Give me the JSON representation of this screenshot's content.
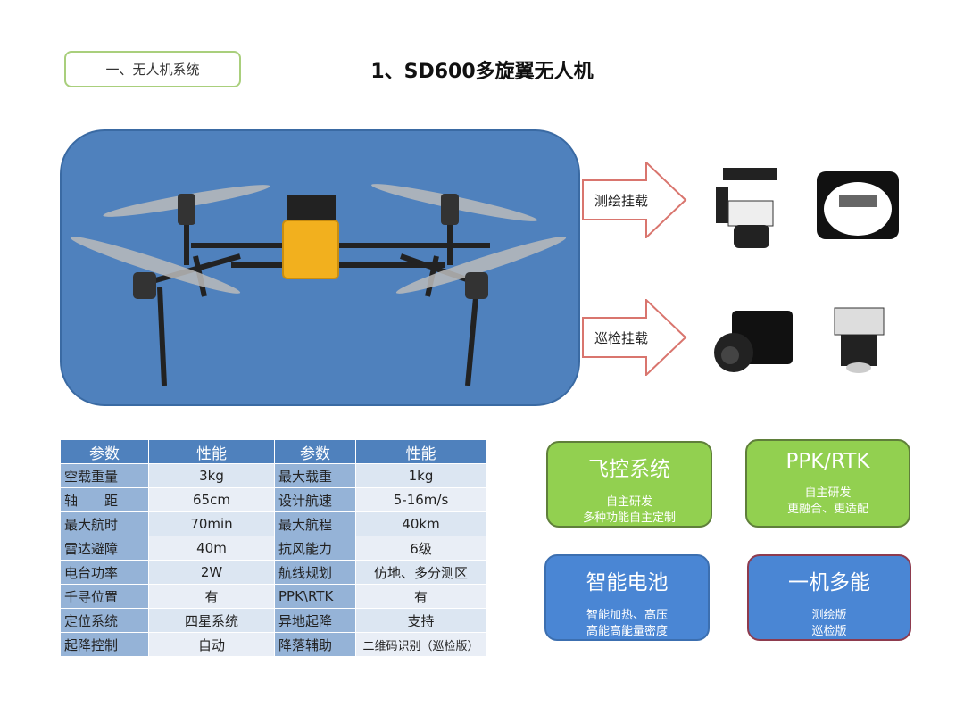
{
  "section_label": "一、无人机系统",
  "title": "1、SD600多旋翼无人机",
  "mounts": [
    {
      "label": "测绘挂载"
    },
    {
      "label": "巡检挂载"
    }
  ],
  "table": {
    "headers": [
      "参数",
      "性能",
      "参数",
      "性能"
    ],
    "rows": [
      [
        "空载重量",
        "3kg",
        "最大载重",
        "1kg"
      ],
      [
        "轴　　距",
        "65cm",
        "设计航速",
        "5-16m/s"
      ],
      [
        "最大航时",
        "70min",
        "最大航程",
        "40km"
      ],
      [
        "雷达避障",
        "40m",
        "抗风能力",
        "6级"
      ],
      [
        "电台功率",
        "2W",
        "航线规划",
        "仿地、多分测区"
      ],
      [
        "千寻位置",
        "有",
        "PPK\\RTK",
        "有"
      ],
      [
        "定位系统",
        "四星系统",
        "异地起降",
        "支持"
      ],
      [
        "起降控制",
        "自动",
        "降落辅助",
        "二维码识别（巡检版）"
      ]
    ]
  },
  "features": [
    {
      "title": "飞控系统",
      "lines": [
        "自主研发",
        "多种功能自主定制"
      ]
    },
    {
      "title": "PPK/RTK",
      "lines": [
        "自主研发",
        "更融合、更适配"
      ]
    },
    {
      "title": "智能电池",
      "lines": [
        "智能加热、高压",
        "高能高能量密度"
      ]
    },
    {
      "title": "一机多能",
      "lines": [
        "测绘版",
        "巡检版"
      ]
    }
  ]
}
